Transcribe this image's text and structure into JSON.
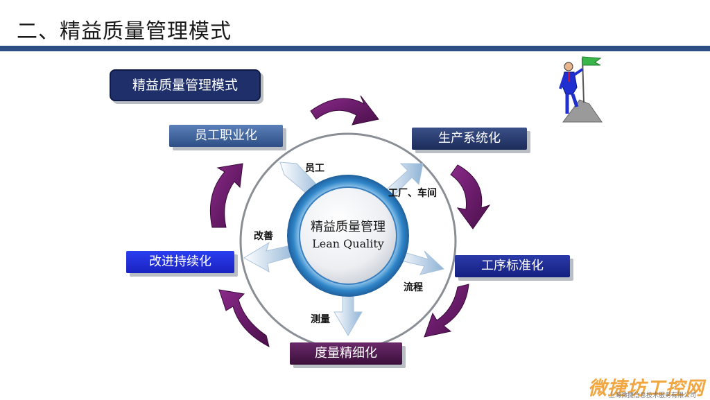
{
  "header": {
    "title": "二、精益质量管理模式"
  },
  "diagram": {
    "title_box": "精益质量管理模式",
    "center": {
      "line1": "精益质量管理",
      "line2": "Lean Quality"
    },
    "boxes": {
      "employee": "员工职业化",
      "production": "生产系统化",
      "process": "工序标准化",
      "measure": "度量精细化",
      "improve": "改进持续化"
    },
    "labels": {
      "employee": "员工",
      "factory": "工厂、车间",
      "flow": "流程",
      "measure": "测量",
      "improve": "改善"
    }
  },
  "watermark": "微捷坊工控网",
  "footer": "上海微捷信息技术服务有限公司",
  "colors": {
    "header_rule": "#2e4f86",
    "ring_blue": "#4a98d4",
    "arrow_purple": "#6a1a6a",
    "box_dark_navy": "#1e2f6a",
    "box_blue": "#1a2fd8",
    "box_purple": "#4a1a4a"
  },
  "icons": {
    "top_right": "businessman-with-flag-icon"
  }
}
